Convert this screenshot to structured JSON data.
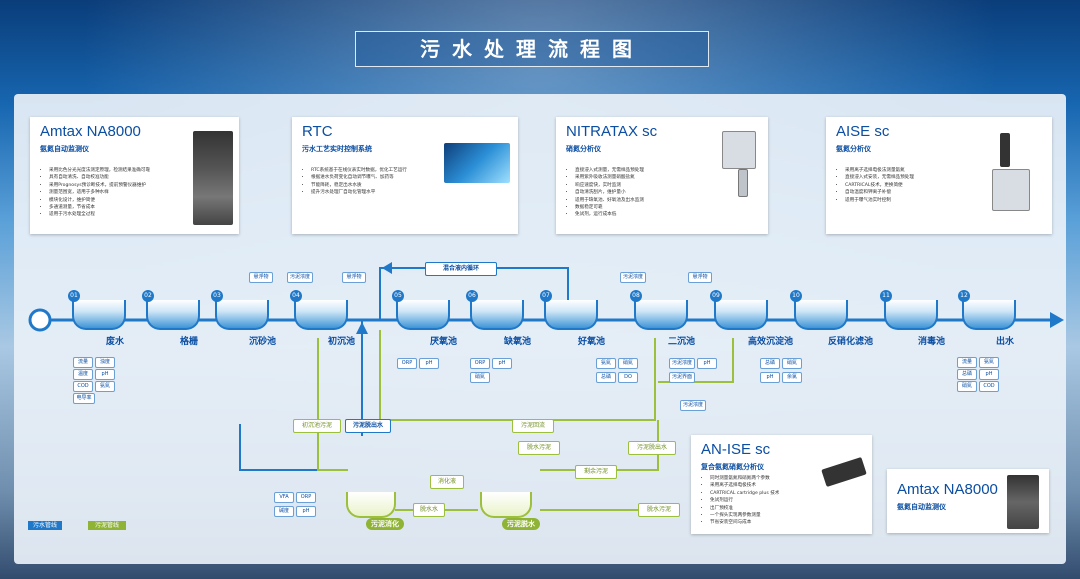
{
  "title": "污水处理流程图",
  "cards": [
    {
      "id": "amtax",
      "title": "Amtax NA8000",
      "subtitle": "氨氮自动监测仪",
      "bullets": [
        "采用比色分光光度法测定原理，检测结果准确可靠",
        "具有自动清洗、自动校准功能",
        "采用Prognosys预诊断技术，提前预警仪器维护",
        "测量范围宽，适用于多种水样",
        "模块化设计，维护简便",
        "多通道测量，节省成本",
        "适用于污水处理全过程"
      ]
    },
    {
      "id": "rtc",
      "title": "RTC",
      "subtitle": "污水工艺实时控制系统",
      "bullets": [
        "RTC系统基于在线仪表实时数据，优化工艺运行",
        "根据进水负荷变化自动调节曝气、加药等",
        "节能降耗，稳定出水水质",
        "提升污水处理厂自动化管理水平"
      ]
    },
    {
      "id": "nitratax",
      "title": "NITRATAX sc",
      "subtitle": "硝氮分析仪",
      "bullets": [
        "直接浸入式测量，无需样品预处理",
        "采用紫外吸收法测量硝酸盐氮",
        "响应速度快，实时监测",
        "自动清洗刮片，维护量小",
        "适用于缺氧池、好氧池及出水监测",
        "数据稳定可靠",
        "免试剂，运行成本低"
      ]
    },
    {
      "id": "aise",
      "title": "AISE sc",
      "subtitle": "氨氮分析仪",
      "bullets": [
        "采用离子选择电极法测量氨氮",
        "直接浸入式安装，无需样品预处理",
        "CARTRICAL技术，更换简便",
        "自动温度和钾离子补偿",
        "适用于曝气池实时控制"
      ]
    },
    {
      "id": "anise",
      "title": "AN-ISE sc",
      "subtitle": "复合氨氮硝氮分析仪",
      "bullets": [
        "同时测量氨氮和硝氮两个参数",
        "采用离子选择电极技术",
        "CARTRICAL cartridge plus 技术",
        "免试剂运行",
        "出厂预校准",
        "一个探头实现两参数测量",
        "节省安装空间与成本"
      ]
    },
    {
      "id": "amtax2",
      "title": "Amtax NA8000",
      "subtitle": "氨氮自动监测仪",
      "bullets": []
    }
  ],
  "stages": [
    {
      "num": "01",
      "label": "废水"
    },
    {
      "num": "02",
      "label": "格栅"
    },
    {
      "num": "03",
      "label": "沉砂池"
    },
    {
      "num": "04",
      "label": "初沉池"
    },
    {
      "num": "05",
      "label": "厌氧池"
    },
    {
      "num": "06",
      "label": "缺氧池"
    },
    {
      "num": "07",
      "label": "好氧池"
    },
    {
      "num": "08",
      "label": "二沉池"
    },
    {
      "num": "09",
      "label": "高效沉淀池"
    },
    {
      "num": "10",
      "label": "反硝化滤池"
    },
    {
      "num": "11",
      "label": "消毒池"
    },
    {
      "num": "12",
      "label": "出水"
    }
  ],
  "tags": {
    "t1": "流量",
    "t2": "浊度",
    "t3": "温度",
    "t4": "pH",
    "t5": "COD",
    "t6": "氨氮",
    "t7": "电导率",
    "t8": "ORP",
    "t9": "pH",
    "t10": "ORP",
    "t11": "pH",
    "t12": "硝氮",
    "t13": "氨氮",
    "t14": "硝氮",
    "t15": "DO",
    "t16": "总磷",
    "t17": "污泥浓度",
    "t18": "pH",
    "t19": "污泥界面",
    "t20": "总磷",
    "t21": "硝氮",
    "t22": "pH",
    "t23": "余氯",
    "t24": "流量",
    "t25": "氨氮",
    "t26": "总磷",
    "t27": "pH",
    "t28": "COD",
    "t29": "硝氮",
    "t30": "VFA",
    "t31": "ORP",
    "t32": "pH",
    "t33": "碱度",
    "top1": "悬浮物",
    "top2": "污泥浓度",
    "top3": "悬浮物",
    "top4": "污泥浓度",
    "top5": "污泥浓度",
    "top6": "悬浮物"
  },
  "boxes": {
    "mix": "混合液内循环",
    "primary_sludge": "初沉池污泥",
    "digester_out": "污泥脱出水",
    "return": "污泥回流",
    "excess": "剩余污泥",
    "sludge_out": "污泥脱出水",
    "digest_water": "消化液",
    "dewater_water": "脱水水",
    "dewatered": "脱水污泥",
    "dry": "脱水污泥"
  },
  "units": {
    "digest": "污泥消化",
    "dewater": "污泥脱水"
  },
  "legend": {
    "water": "污水管线",
    "sludge": "污泥管线"
  },
  "colors": {
    "water": "#1f78c8",
    "sludge": "#9cbf3c",
    "title": "#0b4ea2"
  }
}
